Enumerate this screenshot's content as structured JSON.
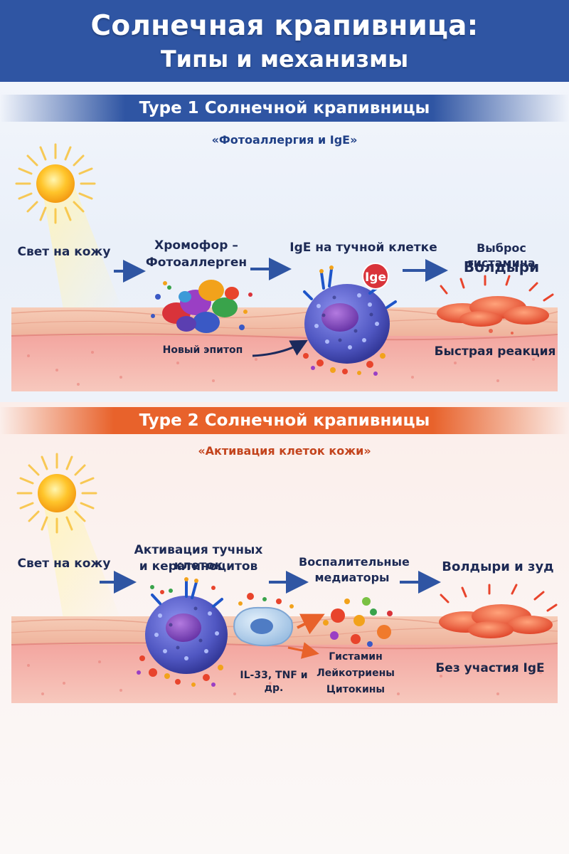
{
  "header": {
    "title": "Солнечная крапивница:",
    "subtitle": "Типы и механизмы"
  },
  "type1": {
    "heading": "Type 1 Солнечной крапивницы",
    "subheading": "«Фотоаллергия и IgE»",
    "labels": {
      "light": "Свет на кожу",
      "chromophore_1": "Хромофор –",
      "chromophore_2": "Фотоаллерген",
      "ige_cell": "IgE на тучной клетке",
      "ige_badge": "Ige",
      "histamine": "Выброс гистамина",
      "wheals": "Волдыри",
      "epitope": "Новый эпитоп",
      "fast": "Быстрая реакция"
    }
  },
  "type2": {
    "heading": "Type 2 Солнечной крапивницы",
    "subheading": "«Активация клеток кожи»",
    "labels": {
      "light": "Свет на кожу",
      "activation_1": "Активация тучных клеток",
      "activation_2": "и кератиноцитов",
      "mediators_1": "Воспалительные",
      "mediators_2": "медиаторы",
      "wheals_itch": "Волдыри и зуд",
      "cytokines": "IL-33, TNF и др.",
      "histamine": "Гистамин",
      "leukotrienes": "Лейкотриены",
      "cytokine_list": "Цитокины",
      "no_ige": "Без участия IgE"
    }
  },
  "colors": {
    "title_bar": "#2f55a3",
    "type1_band": "#2f55a3",
    "type2_band": "#e8622b",
    "skin": "#f2b9a4",
    "mast_cell": "#5b5fc7"
  }
}
